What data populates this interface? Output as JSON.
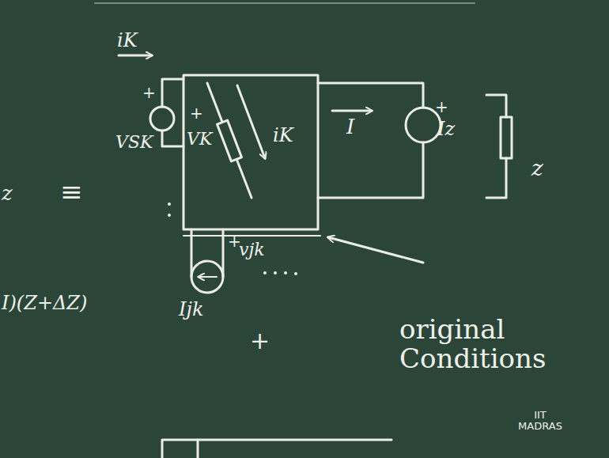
{
  "diagram": {
    "labels": [
      "z",
      "≡",
      "I)(Z+ΔZ)",
      "iK",
      "+",
      "VSK",
      "+",
      "VK",
      "iK",
      "I",
      "+",
      "Iz",
      "z",
      "+",
      "vjk",
      "Ijk",
      "+",
      "original Conditions",
      "IIT MADRAS"
    ]
  }
}
